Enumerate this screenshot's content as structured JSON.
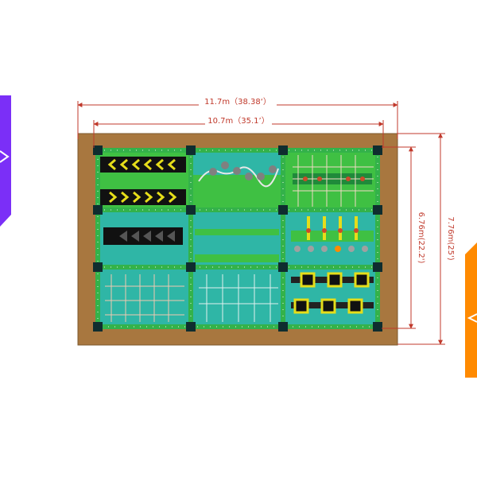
{
  "dimensions": {
    "outer_width": "11.7m（38.38‘）",
    "inner_width": "10.7m（35.1’）",
    "inner_depth": "6.76m(22.2')",
    "outer_depth": "7.76m(25')"
  },
  "colors": {
    "accent_left": "#7b2ff7",
    "accent_right": "#ff8a00",
    "dimension": "#c0392b",
    "base": "#a8773f",
    "frame": "#33b24a",
    "floor": "#2fb6a6",
    "green_floor": "#3fc043",
    "pillar": "#0f2d2f",
    "chevron": "#e6dd1a"
  },
  "icons": [
    "chevron-left-icon",
    "chevron-right-icon"
  ]
}
